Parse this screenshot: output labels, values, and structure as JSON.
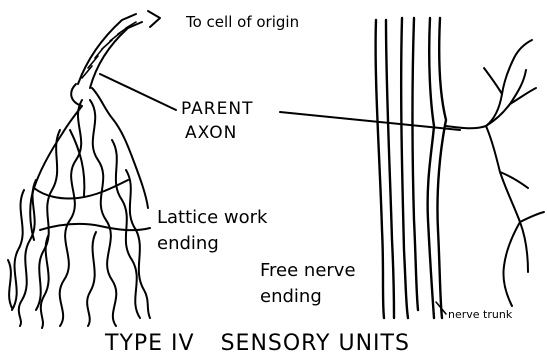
{
  "labels": {
    "to_cell_of_origin": "To cell of origin",
    "parent": "PARENT",
    "axon": "AXON",
    "lattice_line1": "Lattice work",
    "lattice_line2": "ending",
    "free_line1": "Free nerve",
    "free_line2": "ending",
    "nerve_trunk": "nerve trunk"
  },
  "title": {
    "part1": "TYPE IV",
    "part2": "SENSORY UNITS"
  }
}
